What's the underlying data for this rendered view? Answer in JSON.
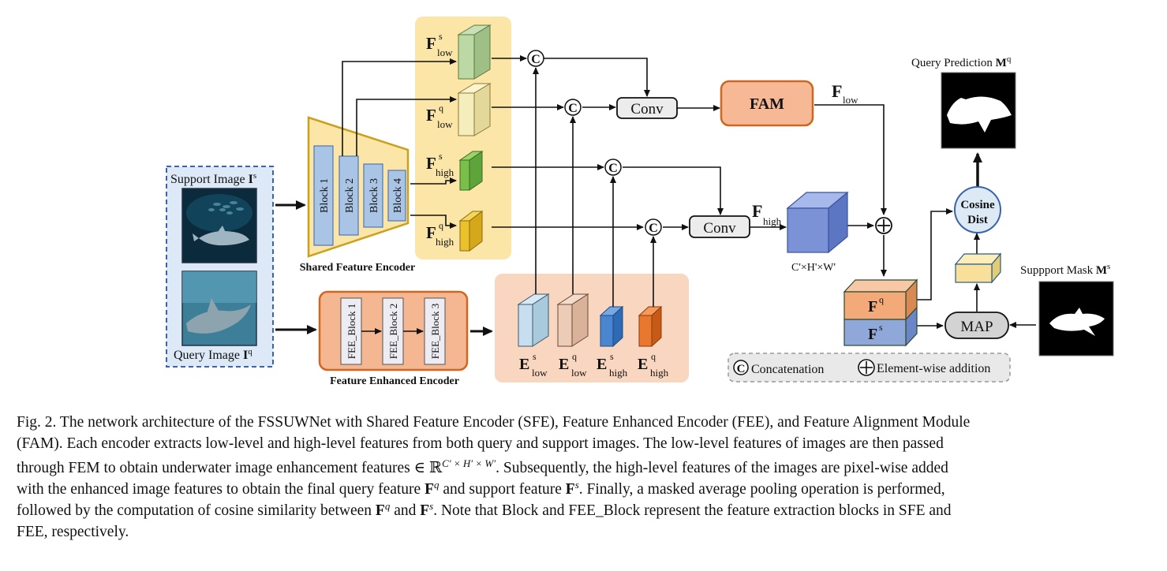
{
  "diagram": {
    "support_image_label": "Support Image ",
    "support_image_sym": "I",
    "support_image_sup": "s",
    "query_image_label": "Query Image ",
    "query_image_sym": "I",
    "query_image_sup": "q",
    "shared_encoder": {
      "label": "Shared Feature Encoder",
      "blocks": [
        "Block 1",
        "Block 2",
        "Block 3",
        "Block 4"
      ]
    },
    "enhanced_encoder": {
      "label": "Feature Enhanced Encoder",
      "blocks": [
        "FEE_Block 1",
        "FEE_Block 2",
        "FEE_Block 3"
      ]
    },
    "features": {
      "f_sym": "F",
      "e_sym": "E",
      "sup_s": "s",
      "sup_q": "q",
      "sub_low": "low",
      "sub_high": "high"
    },
    "concat_symbol": "C",
    "conv_label": "Conv",
    "fam_label": "FAM",
    "f_low_out": {
      "sym": "F",
      "sub": "low"
    },
    "f_high_out": {
      "sym": "F",
      "sub": "high"
    },
    "cube_dims": "C'×H'×W'",
    "fq_label": {
      "sym": "F",
      "sup": "q"
    },
    "fs_label": {
      "sym": "F",
      "sup": "s"
    },
    "map_label": "MAP",
    "cosine_label": [
      "Cosine",
      "Dist"
    ],
    "query_prediction": {
      "text": "Query Prediction ",
      "sym": "M",
      "sup": "q"
    },
    "support_mask": {
      "text": "Suppport Mask ",
      "sym": "M",
      "sup": "s"
    },
    "legend": {
      "concat": "Concatenation",
      "add": "Element-wise addition"
    },
    "colors": {
      "shared_encoder_bg": "#fbe6a8",
      "enhanced_bg": "#f9d6c0",
      "fee_block_fill": "#f4b791",
      "block_fill": "#a9c4e4",
      "fam_fill": "#f7b995",
      "fq_fill": "#f4a979",
      "fs_fill": "#8fa8d9",
      "cube_fill": "#7b93d6",
      "map_fill": "#d3d3d3"
    }
  },
  "caption": {
    "line1": "Fig. 2.  The network architecture of the FSSUWNet with Shared Feature Encoder (SFE), Feature Enhanced Encoder (FEE), and Feature Alignment Module",
    "line2": "(FAM). Each encoder extracts low-level and high-level features from both query and support images. The low-level features of images are then passed",
    "line3a": "through FEM to obtain underwater image enhancement features ∈ ",
    "line3_rr": "ℝ",
    "line3_exp": "C′ × H′ × W′",
    "line3b": ". Subsequently, the high-level features of the images are pixel-wise added",
    "line4a": "with the enhanced image features to obtain the final query feature ",
    "line4b": " and support feature ",
    "line4c": ". Finally, a masked average pooling operation is performed,",
    "line5a": "followed by the computation of cosine similarity between ",
    "line5b": " and ",
    "line5c": ". Note that Block and FEE_Block represent the feature extraction blocks in SFE and",
    "line6": "FEE, respectively.",
    "f_sym": "F",
    "sup_q": "q",
    "sup_s": "s"
  }
}
